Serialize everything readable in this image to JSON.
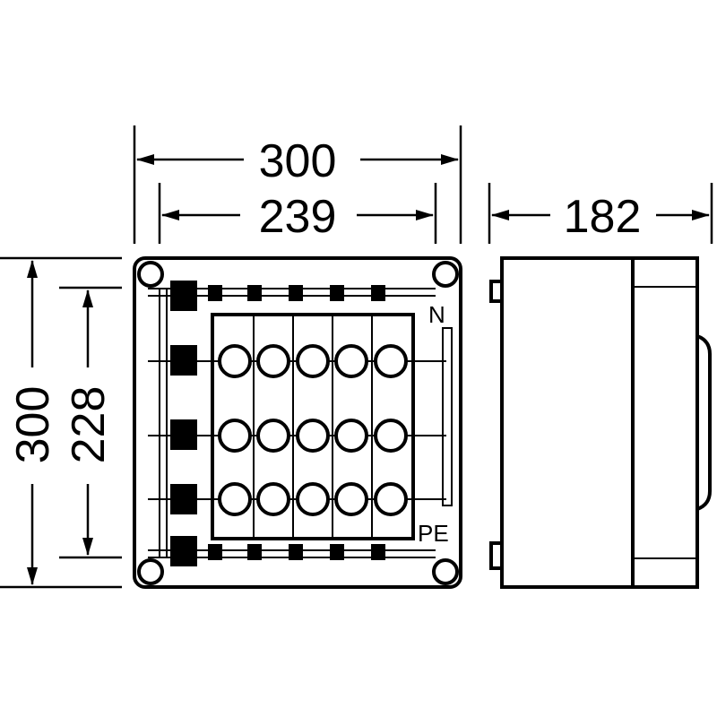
{
  "dimensions": {
    "front_overall_width": "300",
    "front_inner_width": "239",
    "side_depth": "182",
    "front_overall_height": "300",
    "front_inner_height": "228"
  },
  "terminal_labels": {
    "neutral": "N",
    "protective_earth": "PE"
  },
  "colors": {
    "line": "#000000",
    "background": "#ffffff"
  }
}
